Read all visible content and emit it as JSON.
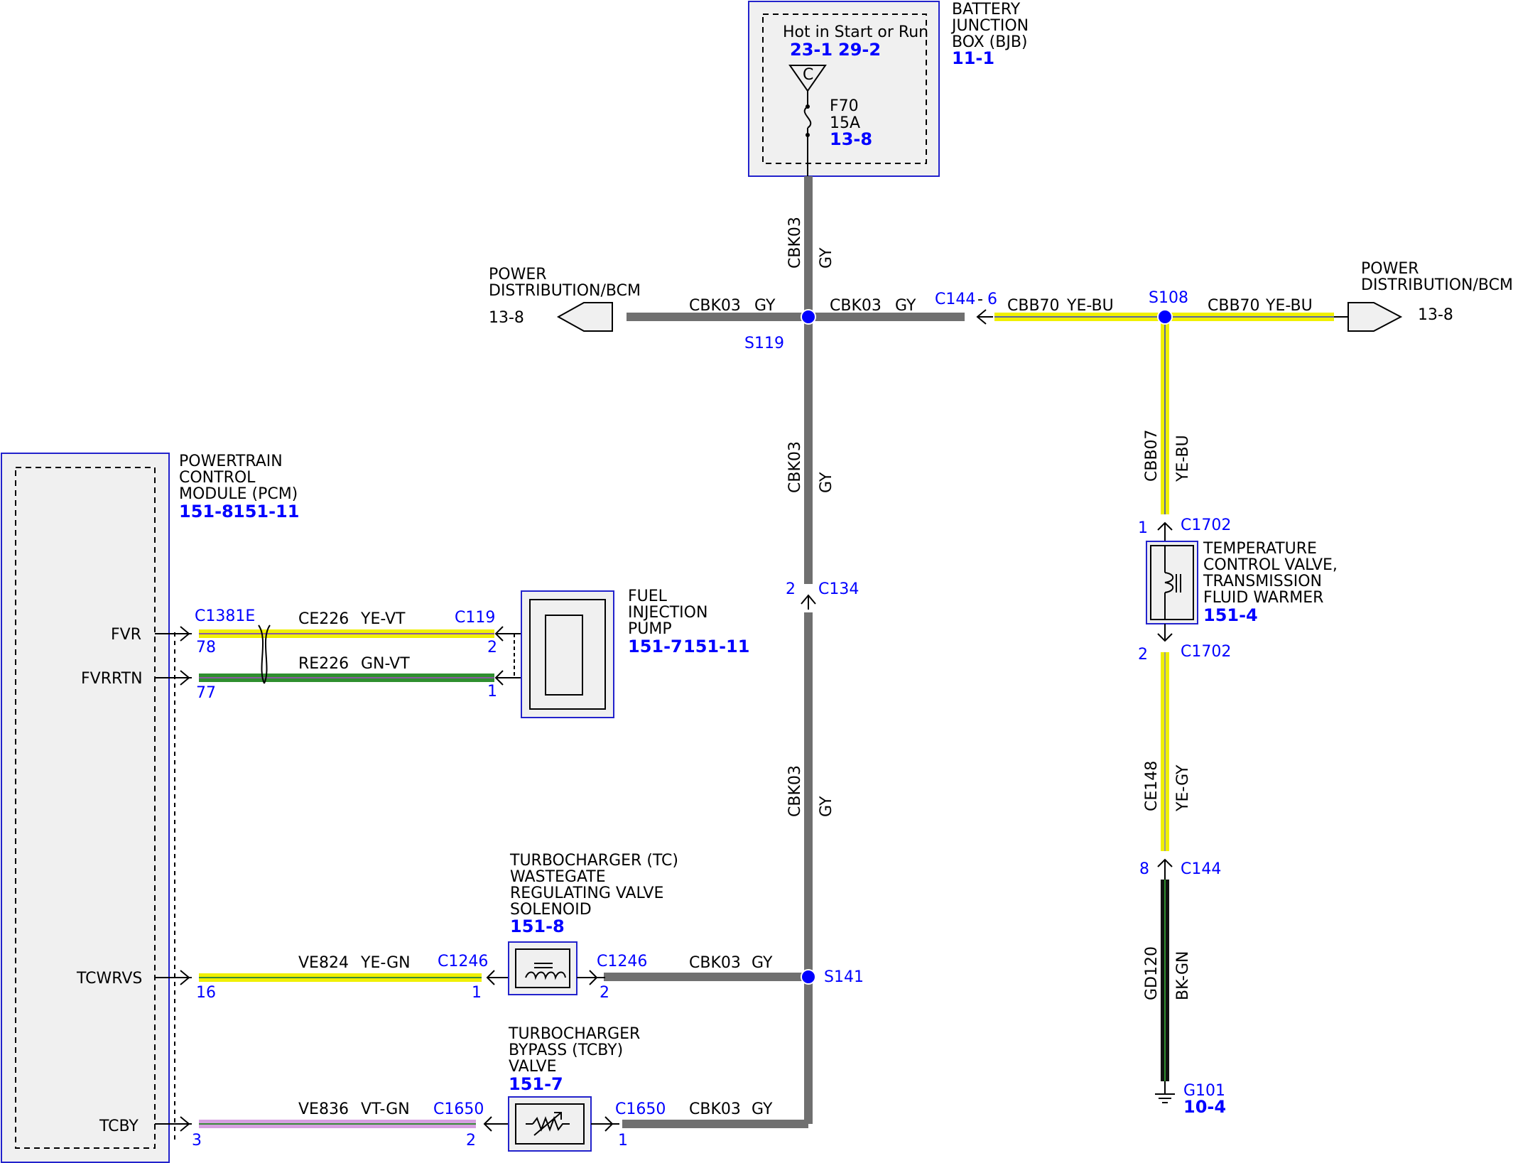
{
  "colors": {
    "gray_wire": "#707070",
    "yellow_wire": "#f0f000",
    "yellow_blue_stripe": "#5a6aa0",
    "yellow_gray_stripe": "#9a9a9a",
    "yellow_violet_stripe": "#8a5aa0",
    "yellow_green_stripe": "#3a8a3a",
    "green_wire": "#2f8f2f",
    "violet_wire": "#d6a0e0",
    "black_wire": "#111111",
    "splice": "#0000ff",
    "component_border": "#2222cc",
    "component_fill": "#f0f0f0",
    "ref_text": "#0000ff"
  },
  "bjb": {
    "title_line1": "BATTERY",
    "title_line2": "JUNCTION",
    "title_line3": "BOX (BJB)",
    "ref": "11-1",
    "hot_text": "Hot in Start or Run",
    "hot_ref1": "23-1",
    "hot_ref2": "29-2",
    "connector_letter": "C",
    "fuse_name": "F70",
    "fuse_rating": "15A",
    "fuse_ref": "13-8"
  },
  "power_dist_left": {
    "line1": "POWER",
    "line2": "DISTRIBUTION/BCM",
    "ref": "13-8"
  },
  "power_dist_right": {
    "line1": "POWER",
    "line2": "DISTRIBUTION/BCM",
    "ref": "13-8"
  },
  "wires": {
    "cbk03_circuit": "CBK03",
    "gy_color": "GY",
    "cbb70_circuit": "CBB70",
    "ye_bu_color": "YE-BU",
    "cbb07_circuit": "CBB07",
    "ce148_circuit": "CE148",
    "ye_gy_color": "YE-GY",
    "gd120_circuit": "GD120",
    "bk_gn_color": "BK-GN",
    "ce226_circuit": "CE226",
    "ye_vt_color": "YE-VT",
    "re226_circuit": "RE226",
    "gn_vt_color": "GN-VT",
    "ve824_circuit": "VE824",
    "ye_gn_color": "YE-GN",
    "ve836_circuit": "VE836",
    "vt_gn_color": "VT-GN"
  },
  "splices": {
    "s119": "S119",
    "s108": "S108",
    "s141": "S141"
  },
  "connectors": {
    "c144_top": "C144",
    "c144_top_pin": "6",
    "c134": "C134",
    "c134_pin": "2",
    "c1702_top": "C1702",
    "c1702_top_pin": "1",
    "c1702_bottom": "C1702",
    "c1702_bottom_pin": "2",
    "c144_bottom": "C144",
    "c144_bottom_pin": "8",
    "c1381e": "C1381E",
    "c1381e_pin_fvr": "78",
    "c1381e_pin_fvrrtn": "77",
    "c119": "C119",
    "c119_pin_2": "2",
    "c119_pin_1": "1",
    "c1246_left": "C1246",
    "c1246_left_pin": "1",
    "c1246_right": "C1246",
    "c1246_right_pin": "2",
    "pcm_pin_tcwrvs": "16",
    "c1650_left": "C1650",
    "c1650_left_pin": "2",
    "c1650_right": "C1650",
    "c1650_right_pin": "1",
    "pcm_pin_tcby": "3"
  },
  "pcm": {
    "line1": "POWERTRAIN",
    "line2": "CONTROL",
    "line3": "MODULE (PCM)",
    "ref1": "151-8",
    "ref2": "151-11",
    "pins": [
      "FVR",
      "FVRRTN",
      "TCWRVS",
      "TCBY"
    ]
  },
  "fuel_pump": {
    "line1": "FUEL",
    "line2": "INJECTION",
    "line3": "PUMP",
    "ref1": "151-7",
    "ref2": "151-11"
  },
  "temp_valve": {
    "line1": "TEMPERATURE",
    "line2": "CONTROL VALVE,",
    "line3": "TRANSMISSION",
    "line4": "FLUID WARMER",
    "ref": "151-4"
  },
  "tc_wastegate": {
    "line1": "TURBOCHARGER (TC)",
    "line2": "WASTEGATE",
    "line3": "REGULATING VALVE",
    "line4": "SOLENOID",
    "ref": "151-8"
  },
  "tc_bypass": {
    "line1": "TURBOCHARGER",
    "line2": "BYPASS (TCBY)",
    "line3": "VALVE",
    "ref": "151-7"
  },
  "ground": {
    "name": "G101",
    "ref": "10-4"
  }
}
